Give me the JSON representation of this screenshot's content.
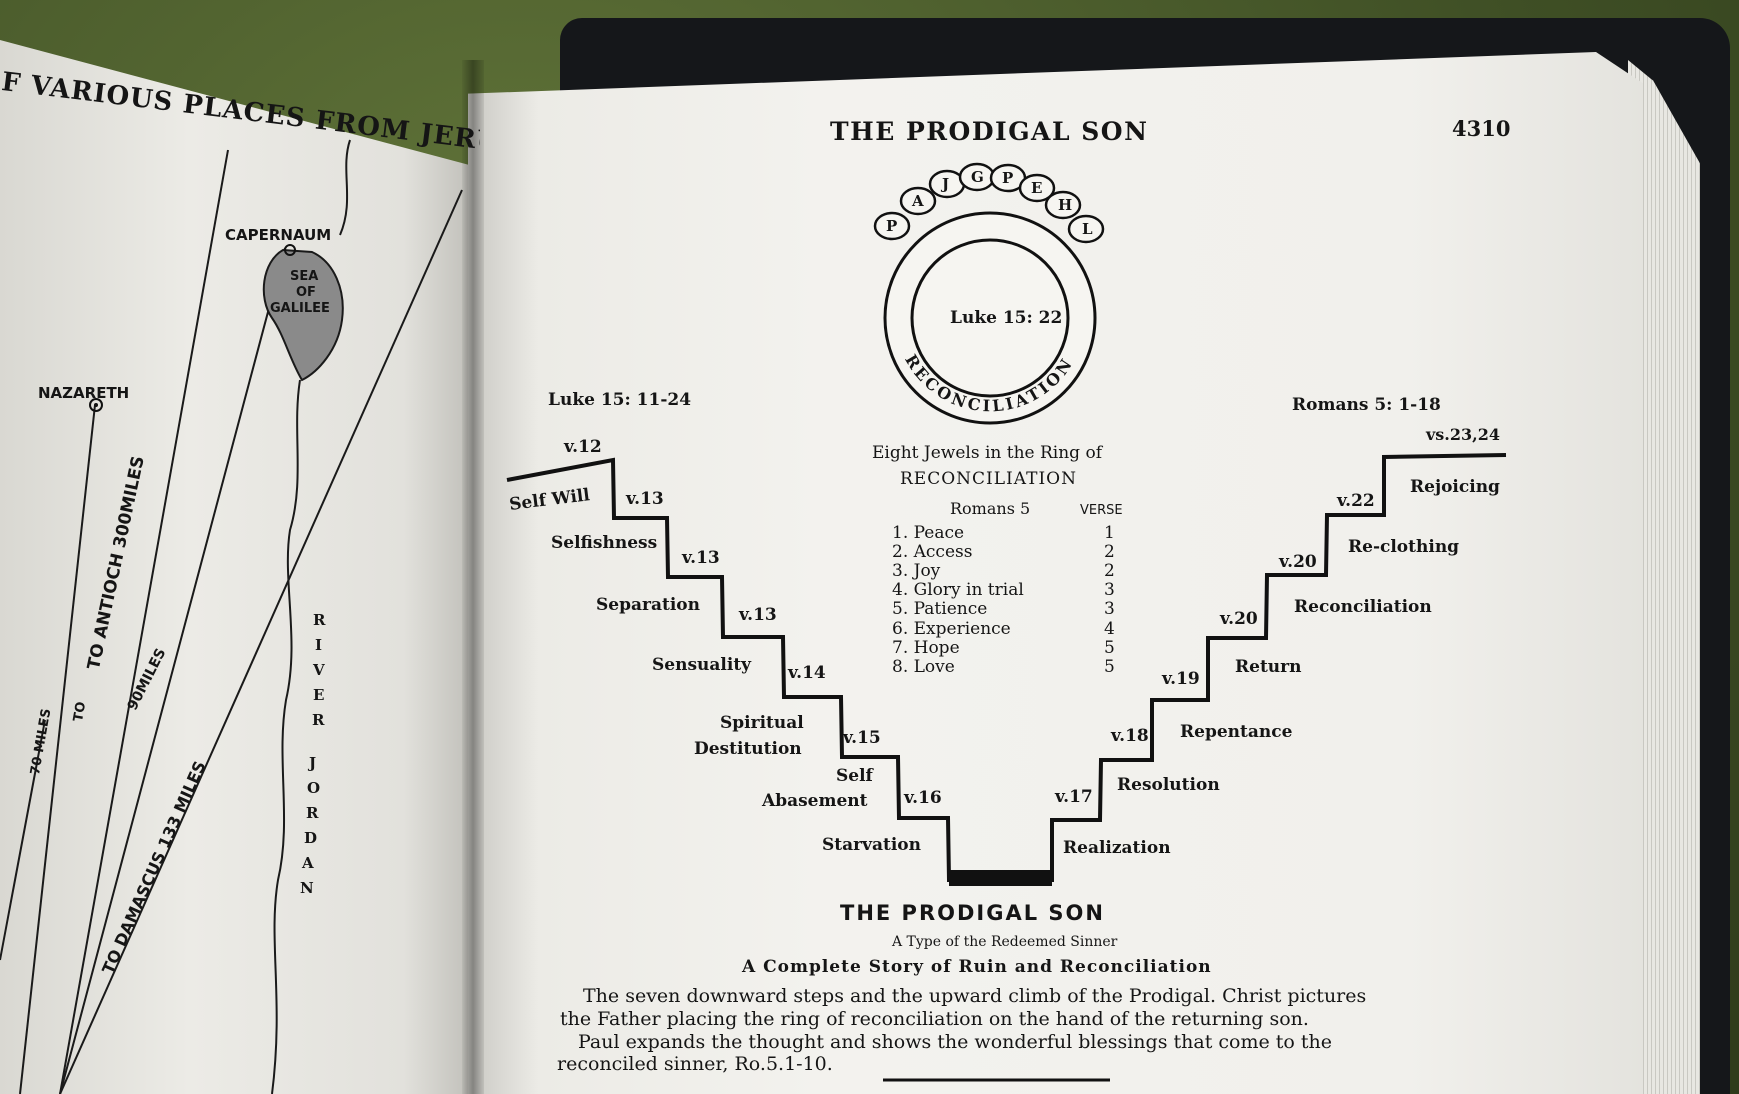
{
  "left_page": {
    "header": "F VARIOUS PLACES FROM JERUSALEM",
    "places": {
      "capernaum": "CAPERNAUM",
      "sea": "SEA",
      "of": "OF",
      "galilee": "GALILEE",
      "nazareth": "NAZARETH"
    },
    "river": [
      "R",
      "I",
      "V",
      "E",
      "R",
      "J",
      "O",
      "R",
      "D",
      "A",
      "N"
    ],
    "routes": {
      "antioch": "TO ANTIOCH 300MILES",
      "miles90": "90MILES",
      "damascus": "TO DAMASCUS 133 MILES",
      "miles70": "70 MILES",
      "to": "TO"
    }
  },
  "right_page": {
    "header": "THE PRODIGAL SON",
    "page_number": "4310",
    "ring": {
      "jewels": [
        "P",
        "A",
        "J",
        "G",
        "P",
        "E",
        "H",
        "L"
      ],
      "verse": "Luke 15: 22",
      "band": "RECONCILIATION"
    },
    "left_ref": "Luke 15: 11-24",
    "right_ref": "Romans 5: 1-18",
    "right_verses": "vs.23,24",
    "jewels_caption_1": "Eight Jewels in the Ring of",
    "jewels_caption_2": "RECONCILIATION",
    "table": {
      "col1": "Romans 5",
      "col2": "VERSE",
      "rows": [
        {
          "item": "1. Peace",
          "verse": "1"
        },
        {
          "item": "2. Access",
          "verse": "2"
        },
        {
          "item": "3. Joy",
          "verse": "2"
        },
        {
          "item": "4. Glory in trial",
          "verse": "3"
        },
        {
          "item": "5. Patience",
          "verse": "3"
        },
        {
          "item": "6. Experience",
          "verse": "4"
        },
        {
          "item": "7. Hope",
          "verse": "5"
        },
        {
          "item": "8. Love",
          "verse": "5"
        }
      ]
    },
    "down_steps": {
      "labels": [
        "Self Will",
        "Selfishness",
        "Separation",
        "Sensuality",
        "Spiritual",
        "Destitution",
        "Self",
        "Abasement",
        "Starvation"
      ],
      "verses": [
        "v.12",
        "v.13",
        "v.13",
        "v.13",
        "v.14",
        "v.15",
        "v.16"
      ]
    },
    "up_steps": {
      "labels": [
        "Realization",
        "Resolution",
        "Repentance",
        "Return",
        "Reconciliation",
        "Re-clothing",
        "Rejoicing"
      ],
      "verses": [
        "v.17",
        "v.18",
        "v.19",
        "v.20",
        "v.20",
        "v.22"
      ]
    },
    "title": "THE PRODIGAL SON",
    "subtitle": "A Type of the Redeemed Sinner",
    "subtitle2": "A Complete Story of Ruin and Reconciliation",
    "paragraph": [
      "The seven downward steps and the upward climb of the Prodigal.   Christ pictures",
      "the Father placing the ring of reconciliation on the hand of the returning son.",
      "Paul expands the thought and shows the wonderful blessings that come to the",
      "reconciled sinner, Ro.5.1-10."
    ]
  },
  "colors": {
    "ink": "#151515",
    "paper": "#f1f0ec",
    "cloth": "#4a5a2e",
    "cover": "#15171a"
  }
}
